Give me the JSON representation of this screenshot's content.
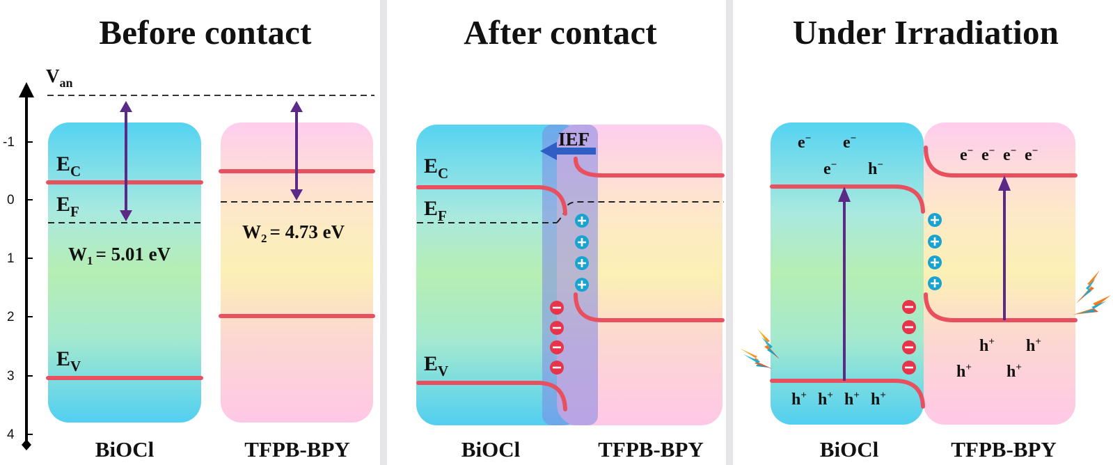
{
  "panels": [
    {
      "title": "Before contact",
      "left_material": "BiOCl",
      "right_material": "TFPB-BPY"
    },
    {
      "title": "After contact",
      "left_material": "BiOCl",
      "right_material": "TFPB-BPY"
    },
    {
      "title": "Under Irradiation",
      "left_material": "BiOCl",
      "right_material": "TFPB-BPY"
    }
  ],
  "axis": {
    "label_main": "V",
    "label_sub": "an",
    "ticks": [
      "-1",
      "0",
      "1",
      "2",
      "3",
      "4"
    ]
  },
  "band_labels": {
    "ec_main": "E",
    "ec_sub": "C",
    "ef_main": "E",
    "ef_sub": "F",
    "ev_main": "E",
    "ev_sub": "V"
  },
  "work_functions": {
    "w1_main": "W",
    "w1_sub": "1",
    "w1_value": "= 5.01 eV",
    "w2_main": "W",
    "w2_sub": "2",
    "w2_value": "= 4.73 eV"
  },
  "ief_label": "IEF",
  "carriers": {
    "electron": "e",
    "electron_sup": "−",
    "hole": "h",
    "hole_sup": "+",
    "hole_minus_sup": "−"
  },
  "colors": {
    "band_line": "#e9505f",
    "arrow": "#5b2a86",
    "ief_arrow": "#2f5fc4",
    "positive_charge": "#1aa3d1",
    "negative_charge": "#e8344a",
    "biocl_top": "#55d3f1",
    "biocl_mid": "#b6eeb3",
    "tfpb_top": "#ffcceb",
    "tfpb_mid": "#fcf0b4"
  },
  "icons": [
    "lightning-icon",
    "up-arrow-icon",
    "double-arrow-icon",
    "plus-charge-icon",
    "minus-charge-icon"
  ]
}
